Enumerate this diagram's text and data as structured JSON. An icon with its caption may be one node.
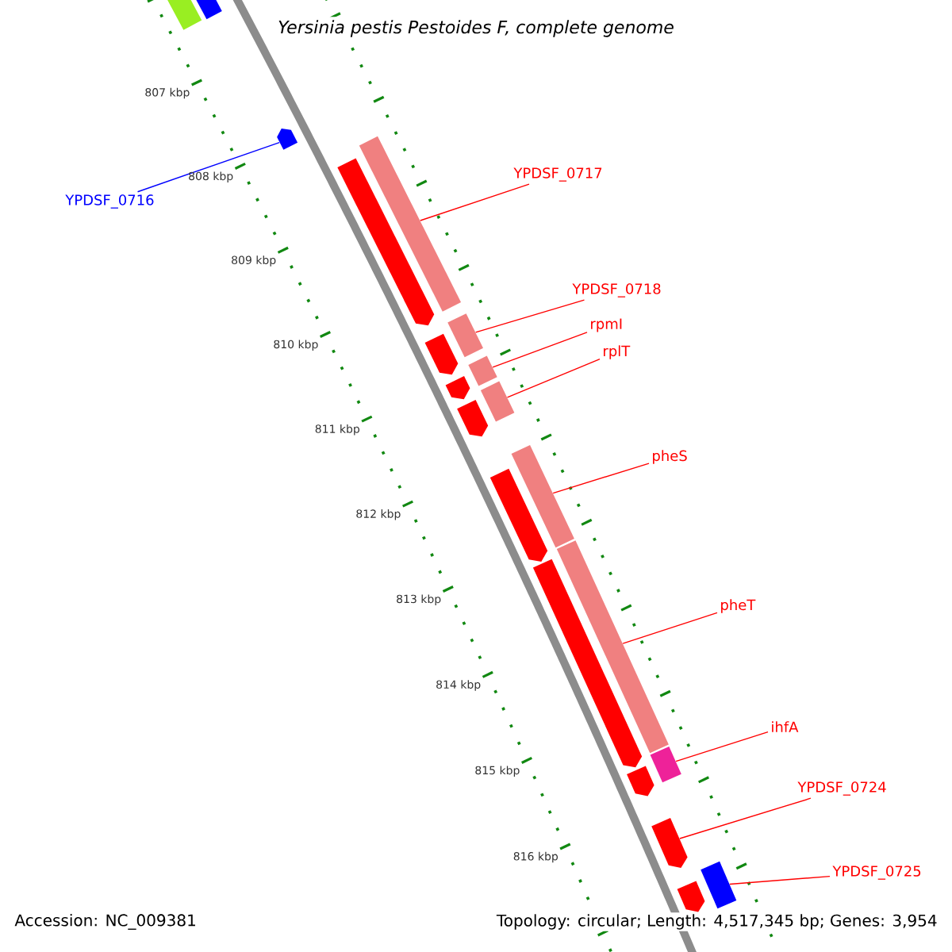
{
  "diagram": {
    "title": "Yersinia pestis Pestoides F, complete genome",
    "nodes": [
      {
        "text": [
          "YPDSF_0716"
        ]
      },
      {
        "text": [],
        "shape": "arrow"
      },
      {
        "text": [
          "YPDSF_0717"
        ]
      },
      {
        "text": [],
        "shape": "bar"
      },
      {
        "text": [
          "YPDSF_0718"
        ]
      },
      {
        "text": [],
        "shape": "bar"
      },
      {
        "text": [
          "rpmI"
        ]
      },
      {
        "text": [],
        "shape": "bar"
      },
      {
        "text": [
          "rplT"
        ]
      },
      {
        "text": [],
        "shape": "bar"
      },
      {
        "text": [
          "pheS"
        ]
      },
      {
        "text": [],
        "shape": "bar"
      },
      {
        "text": [
          "pheT"
        ]
      },
      {
        "text": [],
        "shape": "bar"
      },
      {
        "text": [
          "ihfA"
        ]
      },
      {
        "text": [],
        "shape": "bar"
      },
      {
        "text": [
          "YPDSF_0724"
        ]
      },
      {
        "text": [],
        "shape": "arrow"
      },
      {
        "text": [
          "YPDSF_0725"
        ]
      },
      {
        "text": [],
        "shape": "bar"
      },
      {
        "text": [],
        "shape": "arrow"
      },
      {
        "text": [],
        "shape": "arrow"
      },
      {
        "text": [],
        "shape": "arrow"
      },
      {
        "text": [],
        "shape": "arrow"
      },
      {
        "text": [],
        "shape": "arrow"
      },
      {
        "text": [],
        "shape": "arrow"
      },
      {
        "text": [],
        "shape": "arrow"
      },
      {
        "text": [],
        "shape": "arrow"
      },
      {
        "text": [],
        "shape": "arrow"
      },
      {
        "text": [],
        "shape": "arrow"
      }
    ],
    "edges": [
      {
        "from": 0,
        "to": 1,
        "arrow": "none",
        "color": "#0000ff"
      },
      {
        "from": 2,
        "to": 3,
        "arrow": "none"
      },
      {
        "from": 4,
        "to": 5,
        "arrow": "none"
      },
      {
        "from": 6,
        "to": 7,
        "arrow": "none"
      },
      {
        "from": 8,
        "to": 9,
        "arrow": "none"
      },
      {
        "from": 10,
        "to": 11,
        "arrow": "none"
      },
      {
        "from": 12,
        "to": 13,
        "arrow": "none"
      },
      {
        "from": 14,
        "to": 15,
        "arrow": "none"
      },
      {
        "from": 16,
        "to": 17,
        "arrow": "none"
      },
      {
        "from": 18,
        "to": 19,
        "arrow": "none"
      }
    ],
    "labels": [
      "807 kbp",
      "808 kbp",
      "809 kbp",
      "810 kbp",
      "811 kbp",
      "812 kbp",
      "813 kbp",
      "814 kbp",
      "815 kbp",
      "816 kbp",
      "Accession: NC_009381",
      "Topology: circular; Length: 4,517,345 bp; Genes: 3,954"
    ]
  }
}
